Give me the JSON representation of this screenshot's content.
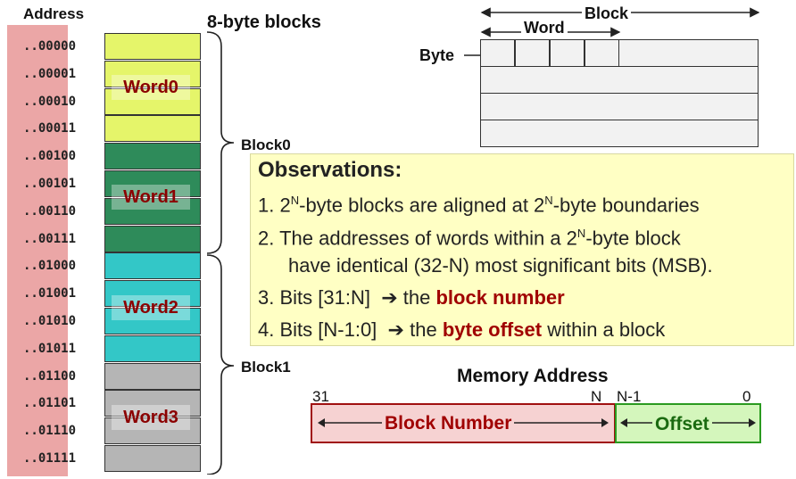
{
  "address_header": "Address",
  "blocks_title": "8-byte blocks",
  "addresses": [
    "..00000",
    "..00001",
    "..00010",
    "..00011",
    "..00100",
    "..00101",
    "..00110",
    "..00111",
    "..01000",
    "..01001",
    "..01010",
    "..01011",
    "..01100",
    "..01101",
    "..01110",
    "..01111"
  ],
  "words": [
    {
      "label": "Word0",
      "color": "#e5f56a"
    },
    {
      "label": "Word1",
      "color": "#2e8b5a"
    },
    {
      "label": "Word2",
      "color": "#33c7c7"
    },
    {
      "label": "Word3",
      "color": "#b5b5b5"
    }
  ],
  "block_labels": [
    "Block0",
    "Block1"
  ],
  "diagram": {
    "block_label": "Block",
    "word_label": "Word",
    "byte_label": "Byte"
  },
  "observations": {
    "title": "Observations:",
    "items": [
      {
        "num": "1.",
        "p1": "2",
        "sup1": "N",
        "p2": "-byte blocks are aligned at 2",
        "sup2": "N",
        "p3": "-byte boundaries"
      },
      {
        "num": "2.",
        "p1": "The addresses of words within a 2",
        "sup1": "N",
        "p2": "-byte block",
        "line2": "have identical (32-N) most significant bits (MSB)."
      },
      {
        "num": "3.",
        "pre": "Bits [31:N]",
        "arrow": "➔",
        "mid": "the",
        "emph": "block number",
        "post": ""
      },
      {
        "num": "4.",
        "pre": "Bits [N-1:0]",
        "arrow": "➔",
        "mid": "the",
        "emph": "byte offset",
        "post": "within a block"
      }
    ]
  },
  "memory_address": {
    "title": "Memory Address",
    "ticks": {
      "b31": "31",
      "bN": "N",
      "bN1": "N-1",
      "b0": "0"
    },
    "block_number": "Block Number",
    "offset": "Offset"
  }
}
